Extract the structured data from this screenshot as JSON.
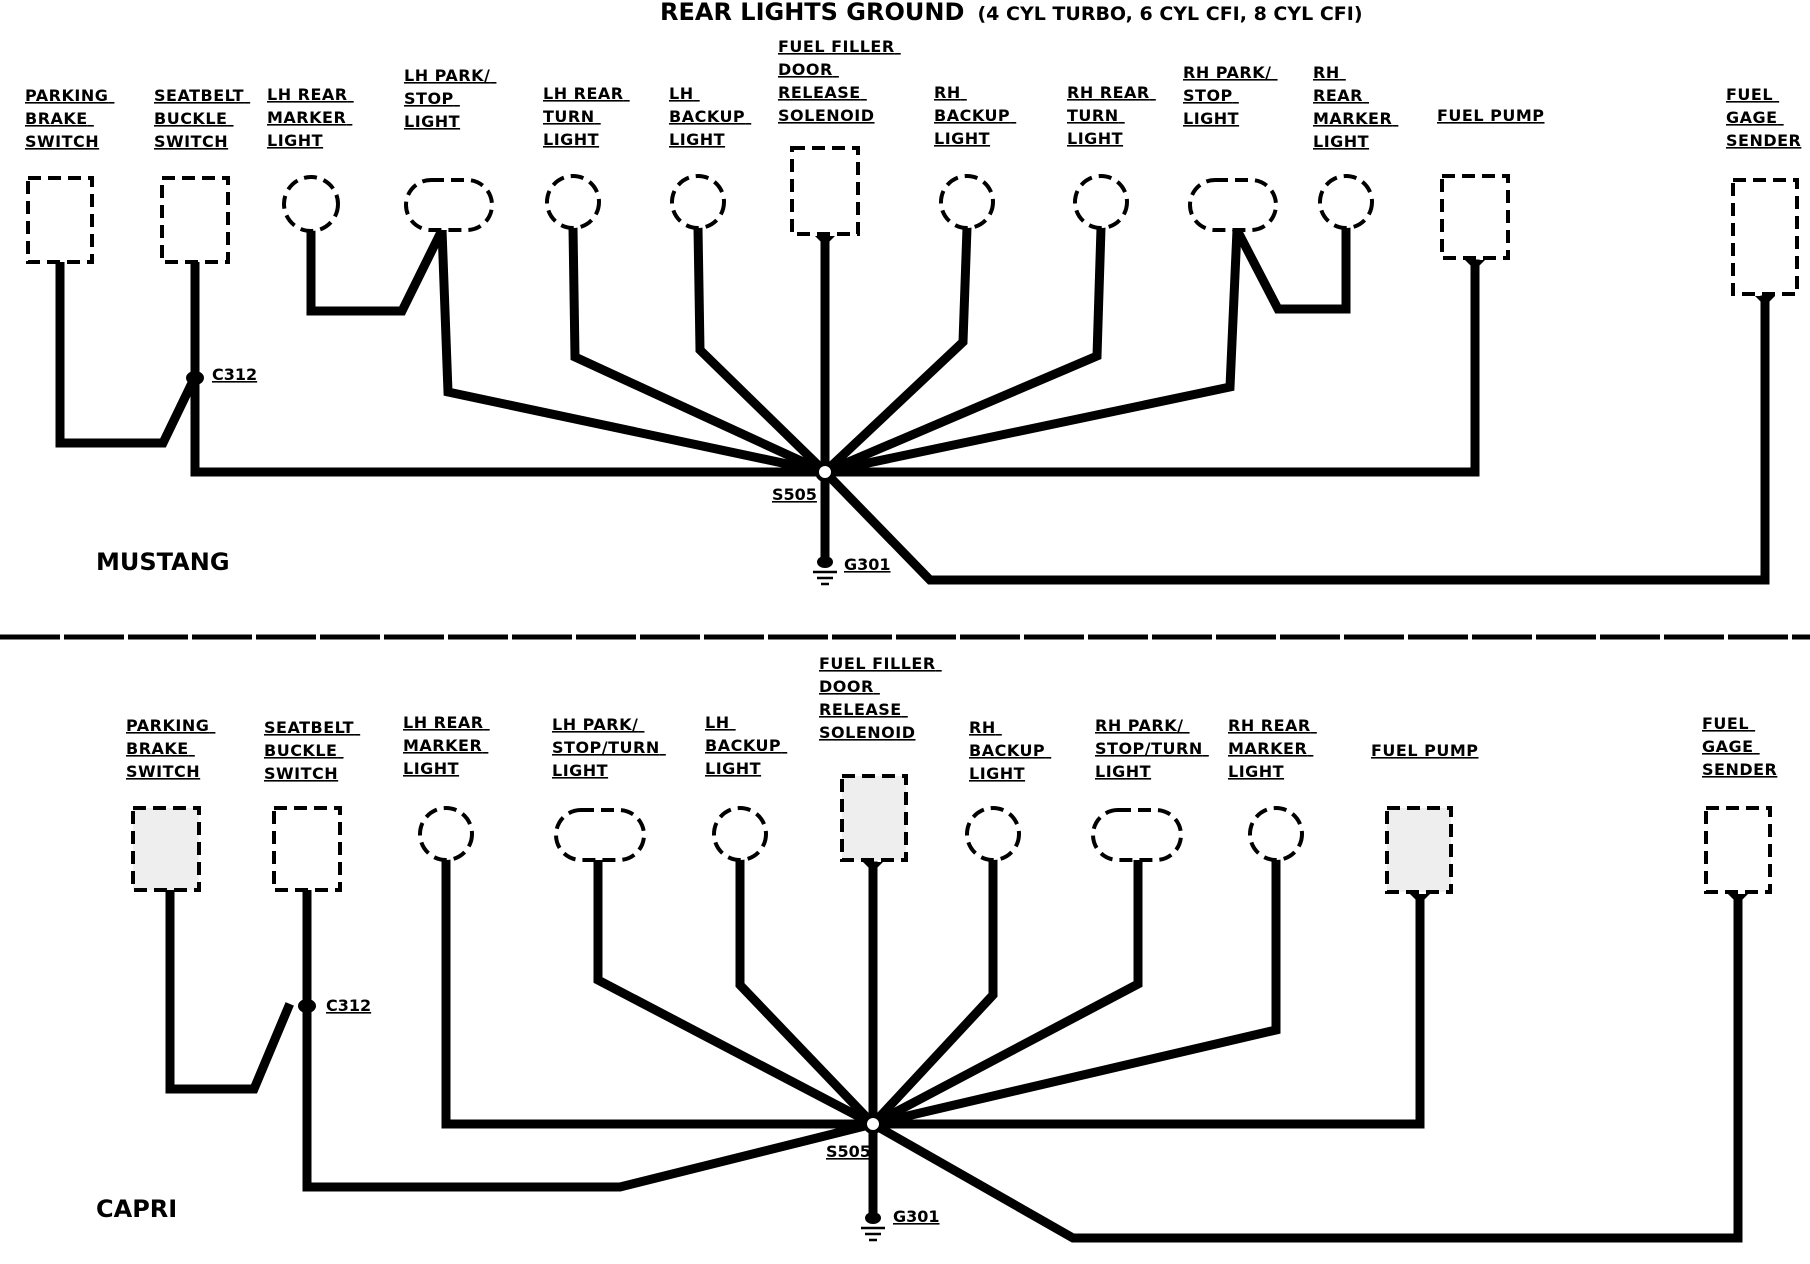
{
  "title": {
    "main": "REAR LIGHTS GROUND",
    "sub": "(4 CYL TURBO, 6 CYL CFI, 8 CYL CFI)"
  },
  "mustang": {
    "model": "MUSTANG",
    "components": [
      {
        "id": "parking-brake-switch",
        "lines": [
          "PARKING",
          "BRAKE",
          "SWITCH"
        ]
      },
      {
        "id": "seatbelt-buckle-switch",
        "lines": [
          "SEATBELT",
          "BUCKLE",
          "SWITCH"
        ]
      },
      {
        "id": "lh-rear-marker-light",
        "lines": [
          "LH REAR",
          "MARKER",
          "LIGHT"
        ]
      },
      {
        "id": "lh-park-stop-light",
        "lines": [
          "LH PARK/",
          "STOP",
          "LIGHT"
        ]
      },
      {
        "id": "lh-rear-turn-light",
        "lines": [
          "LH REAR",
          "TURN",
          "LIGHT"
        ]
      },
      {
        "id": "lh-backup-light",
        "lines": [
          "LH",
          "BACKUP",
          "LIGHT"
        ]
      },
      {
        "id": "fuel-filler-door-release-solenoid",
        "lines": [
          "FUEL FILLER",
          "DOOR",
          "RELEASE",
          "SOLENOID"
        ]
      },
      {
        "id": "rh-backup-light",
        "lines": [
          "RH",
          "BACKUP",
          "LIGHT"
        ]
      },
      {
        "id": "rh-rear-turn-light",
        "lines": [
          "RH REAR",
          "TURN",
          "LIGHT"
        ]
      },
      {
        "id": "rh-park-stop-light",
        "lines": [
          "RH PARK/",
          "STOP",
          "LIGHT"
        ]
      },
      {
        "id": "rh-rear-marker-light",
        "lines": [
          "RH",
          "REAR",
          "MARKER",
          "LIGHT"
        ]
      },
      {
        "id": "fuel-pump",
        "lines": [
          "FUEL PUMP"
        ]
      },
      {
        "id": "fuel-gage-sender",
        "lines": [
          "FUEL",
          "GAGE",
          "SENDER"
        ]
      }
    ],
    "connector": "C312",
    "splice": "S505",
    "ground": "G301"
  },
  "capri": {
    "model": "CAPRI",
    "components": [
      {
        "id": "parking-brake-switch",
        "lines": [
          "PARKING",
          "BRAKE",
          "SWITCH"
        ]
      },
      {
        "id": "seatbelt-buckle-switch",
        "lines": [
          "SEATBELT",
          "BUCKLE",
          "SWITCH"
        ]
      },
      {
        "id": "lh-rear-marker-light",
        "lines": [
          "LH REAR",
          "MARKER",
          "LIGHT"
        ]
      },
      {
        "id": "lh-park-stop-turn-light",
        "lines": [
          "LH PARK/",
          "STOP/TURN",
          "LIGHT"
        ]
      },
      {
        "id": "lh-backup-light",
        "lines": [
          "LH",
          "BACKUP",
          "LIGHT"
        ]
      },
      {
        "id": "fuel-filler-door-release-solenoid",
        "lines": [
          "FUEL FILLER",
          "DOOR",
          "RELEASE",
          "SOLENOID"
        ]
      },
      {
        "id": "rh-backup-light",
        "lines": [
          "RH",
          "BACKUP",
          "LIGHT"
        ]
      },
      {
        "id": "rh-park-stop-turn-light",
        "lines": [
          "RH PARK/",
          "STOP/TURN",
          "LIGHT"
        ]
      },
      {
        "id": "rh-rear-marker-light",
        "lines": [
          "RH REAR",
          "MARKER",
          "LIGHT"
        ]
      },
      {
        "id": "fuel-pump",
        "lines": [
          "FUEL PUMP"
        ]
      },
      {
        "id": "fuel-gage-sender",
        "lines": [
          "FUEL",
          "GAGE",
          "SENDER"
        ]
      }
    ],
    "connector": "C312",
    "splice": "S505",
    "ground": "G301"
  }
}
